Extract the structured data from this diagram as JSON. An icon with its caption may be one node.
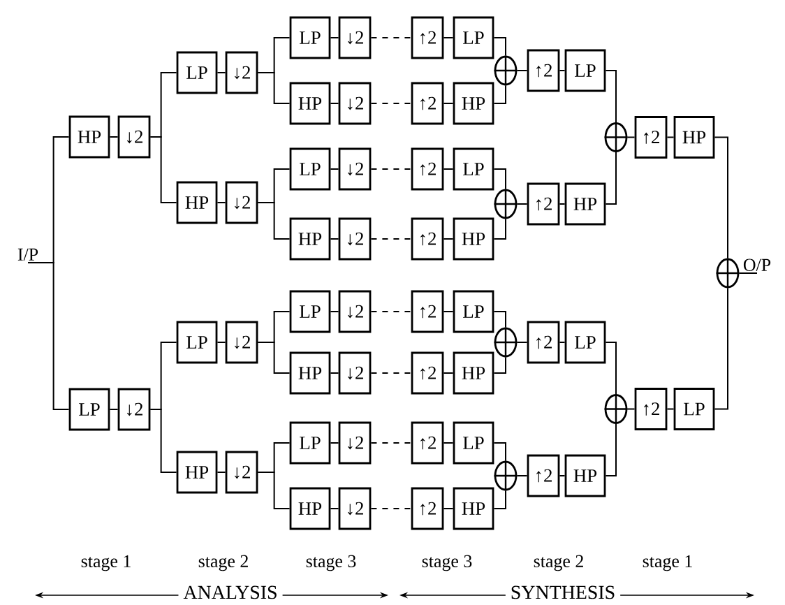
{
  "diagram": {
    "nodes": [
      {
        "text": [
          "I/P"
        ]
      },
      {
        "text": [
          "HP"
        ]
      },
      {
        "text": [
          "↓2"
        ]
      },
      {
        "text": [
          "LP"
        ]
      },
      {
        "text": [
          "↓2"
        ]
      },
      {
        "text": [
          "LP"
        ]
      },
      {
        "text": [
          "↓2"
        ]
      },
      {
        "text": [
          "HP"
        ]
      },
      {
        "text": [
          "↓2"
        ]
      },
      {
        "text": [
          "LP"
        ]
      },
      {
        "text": [
          "↓2"
        ]
      },
      {
        "text": [
          "HP"
        ]
      },
      {
        "text": [
          "↓2"
        ]
      },
      {
        "text": [
          "LP"
        ]
      },
      {
        "text": [
          "↓2"
        ]
      },
      {
        "text": [
          "HP"
        ]
      },
      {
        "text": [
          "↓2"
        ]
      },
      {
        "text": [
          "LP"
        ]
      },
      {
        "text": [
          "↓2"
        ]
      },
      {
        "text": [
          "HP"
        ]
      },
      {
        "text": [
          "↓2"
        ]
      },
      {
        "text": [
          "LP"
        ]
      },
      {
        "text": [
          "↓2"
        ]
      },
      {
        "text": [
          "HP"
        ]
      },
      {
        "text": [
          "↓2"
        ]
      },
      {
        "text": [
          "LP"
        ]
      },
      {
        "text": [
          "↓2"
        ]
      },
      {
        "text": [
          "HP"
        ]
      },
      {
        "text": [
          "↓2"
        ]
      },
      {
        "text": [
          "↑2"
        ]
      },
      {
        "text": [
          "LP"
        ]
      },
      {
        "text": [
          "↑2"
        ]
      },
      {
        "text": [
          "HP"
        ]
      },
      {
        "text": [
          "↑2"
        ]
      },
      {
        "text": [
          "LP"
        ]
      },
      {
        "text": [
          "↑2"
        ]
      },
      {
        "text": [
          "HP"
        ]
      },
      {
        "text": [
          "↑2"
        ]
      },
      {
        "text": [
          "LP"
        ]
      },
      {
        "text": [
          "↑2"
        ]
      },
      {
        "text": [
          "HP"
        ]
      },
      {
        "text": [
          "↑2"
        ]
      },
      {
        "text": [
          "LP"
        ]
      },
      {
        "text": [
          "↑2"
        ]
      },
      {
        "text": [
          "HP"
        ]
      },
      {
        "text": [],
        "shape": "circle"
      },
      {
        "text": [],
        "shape": "circle"
      },
      {
        "text": [],
        "shape": "circle"
      },
      {
        "text": [],
        "shape": "circle"
      },
      {
        "text": [
          "↑2"
        ]
      },
      {
        "text": [
          "LP"
        ]
      },
      {
        "text": [
          "↑2"
        ]
      },
      {
        "text": [
          "HP"
        ]
      },
      {
        "text": [
          "↑2"
        ]
      },
      {
        "text": [
          "LP"
        ]
      },
      {
        "text": [
          "↑2"
        ]
      },
      {
        "text": [
          "HP"
        ]
      },
      {
        "text": [],
        "shape": "circle"
      },
      {
        "text": [],
        "shape": "circle"
      },
      {
        "text": [
          "↑2"
        ]
      },
      {
        "text": [
          "HP"
        ]
      },
      {
        "text": [
          "↑2"
        ]
      },
      {
        "text": [
          "LP"
        ]
      },
      {
        "text": [],
        "shape": "circle"
      },
      {
        "text": [
          "O/P"
        ]
      }
    ],
    "edges": [
      {
        "from": 0,
        "to": 1,
        "arrow": "none"
      },
      {
        "from": 0,
        "to": 3,
        "arrow": "none"
      },
      {
        "from": 1,
        "to": 2,
        "arrow": "none"
      },
      {
        "from": 3,
        "to": 4,
        "arrow": "none"
      },
      {
        "from": 2,
        "to": 5,
        "arrow": "none"
      },
      {
        "from": 2,
        "to": 7,
        "arrow": "none"
      },
      {
        "from": 4,
        "to": 9,
        "arrow": "none"
      },
      {
        "from": 4,
        "to": 11,
        "arrow": "none"
      },
      {
        "from": 5,
        "to": 6,
        "arrow": "none"
      },
      {
        "from": 7,
        "to": 8,
        "arrow": "none"
      },
      {
        "from": 9,
        "to": 10,
        "arrow": "none"
      },
      {
        "from": 11,
        "to": 12,
        "arrow": "none"
      },
      {
        "from": 6,
        "to": 13,
        "arrow": "none"
      },
      {
        "from": 6,
        "to": 15,
        "arrow": "none"
      },
      {
        "from": 8,
        "to": 17,
        "arrow": "none"
      },
      {
        "from": 8,
        "to": 19,
        "arrow": "none"
      },
      {
        "from": 10,
        "to": 21,
        "arrow": "none"
      },
      {
        "from": 10,
        "to": 23,
        "arrow": "none"
      },
      {
        "from": 12,
        "to": 25,
        "arrow": "none"
      },
      {
        "from": 12,
        "to": 27,
        "arrow": "none"
      },
      {
        "from": 13,
        "to": 14,
        "arrow": "none"
      },
      {
        "from": 15,
        "to": 16,
        "arrow": "none"
      },
      {
        "from": 17,
        "to": 18,
        "arrow": "none"
      },
      {
        "from": 19,
        "to": 20,
        "arrow": "none"
      },
      {
        "from": 21,
        "to": 22,
        "arrow": "none"
      },
      {
        "from": 23,
        "to": 24,
        "arrow": "none"
      },
      {
        "from": 25,
        "to": 26,
        "arrow": "none"
      },
      {
        "from": 27,
        "to": 28,
        "arrow": "none"
      },
      {
        "from": 14,
        "to": 29,
        "arrow": "none",
        "style": "dashed"
      },
      {
        "from": 16,
        "to": 31,
        "arrow": "none",
        "style": "dashed"
      },
      {
        "from": 18,
        "to": 33,
        "arrow": "none",
        "style": "dashed"
      },
      {
        "from": 20,
        "to": 35,
        "arrow": "none",
        "style": "dashed"
      },
      {
        "from": 22,
        "to": 37,
        "arrow": "none",
        "style": "dashed"
      },
      {
        "from": 24,
        "to": 39,
        "arrow": "none",
        "style": "dashed"
      },
      {
        "from": 26,
        "to": 41,
        "arrow": "none",
        "style": "dashed"
      },
      {
        "from": 28,
        "to": 43,
        "arrow": "none",
        "style": "dashed"
      },
      {
        "from": 29,
        "to": 30,
        "arrow": "none"
      },
      {
        "from": 31,
        "to": 32,
        "arrow": "none"
      },
      {
        "from": 33,
        "to": 34,
        "arrow": "none"
      },
      {
        "from": 35,
        "to": 36,
        "arrow": "none"
      },
      {
        "from": 37,
        "to": 38,
        "arrow": "none"
      },
      {
        "from": 39,
        "to": 40,
        "arrow": "none"
      },
      {
        "from": 41,
        "to": 42,
        "arrow": "none"
      },
      {
        "from": 43,
        "to": 44,
        "arrow": "none"
      },
      {
        "from": 30,
        "to": 45,
        "arrow": "none"
      },
      {
        "from": 32,
        "to": 45,
        "arrow": "none"
      },
      {
        "from": 34,
        "to": 46,
        "arrow": "none"
      },
      {
        "from": 36,
        "to": 46,
        "arrow": "none"
      },
      {
        "from": 38,
        "to": 47,
        "arrow": "none"
      },
      {
        "from": 40,
        "to": 47,
        "arrow": "none"
      },
      {
        "from": 42,
        "to": 48,
        "arrow": "none"
      },
      {
        "from": 44,
        "to": 48,
        "arrow": "none"
      },
      {
        "from": 45,
        "to": 49,
        "arrow": "none"
      },
      {
        "from": 46,
        "to": 51,
        "arrow": "none"
      },
      {
        "from": 47,
        "to": 53,
        "arrow": "none"
      },
      {
        "from": 48,
        "to": 55,
        "arrow": "none"
      },
      {
        "from": 49,
        "to": 50,
        "arrow": "none"
      },
      {
        "from": 51,
        "to": 52,
        "arrow": "none"
      },
      {
        "from": 53,
        "to": 54,
        "arrow": "none"
      },
      {
        "from": 55,
        "to": 56,
        "arrow": "none"
      },
      {
        "from": 50,
        "to": 57,
        "arrow": "none"
      },
      {
        "from": 52,
        "to": 57,
        "arrow": "none"
      },
      {
        "from": 54,
        "to": 58,
        "arrow": "none"
      },
      {
        "from": 56,
        "to": 58,
        "arrow": "none"
      },
      {
        "from": 57,
        "to": 59,
        "arrow": "none"
      },
      {
        "from": 58,
        "to": 61,
        "arrow": "none"
      },
      {
        "from": 59,
        "to": 60,
        "arrow": "none"
      },
      {
        "from": 61,
        "to": 62,
        "arrow": "none"
      },
      {
        "from": 60,
        "to": 63,
        "arrow": "none"
      },
      {
        "from": 62,
        "to": 63,
        "arrow": "none"
      },
      {
        "from": 63,
        "to": 64,
        "arrow": "none"
      }
    ],
    "labels": [
      "stage 1",
      "stage 2",
      "stage 3",
      "stage 3",
      "stage 2",
      "stage 1",
      "ANALYSIS",
      "SYNTHESIS"
    ]
  }
}
